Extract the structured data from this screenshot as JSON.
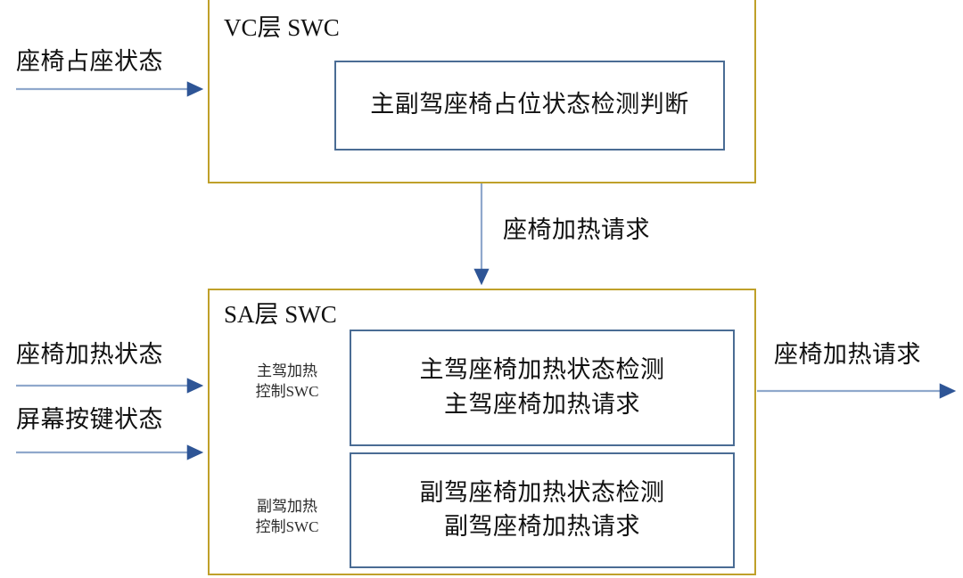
{
  "diagram": {
    "title_present": false,
    "colors": {
      "layer_border": "#bfa02a",
      "component_border": "#4a6c94",
      "arrow_line": "#8fa8cc",
      "arrow_head": "#2e5596",
      "background": "#ffffff",
      "text": "#101010"
    }
  },
  "layers": [
    {
      "id": "vc",
      "title": "VC层 SWC",
      "components": [
        {
          "id": "vc-occupancy-detect",
          "lines": [
            "主副驾座椅占位状态检测判断"
          ]
        }
      ]
    },
    {
      "id": "sa",
      "title": "SA层 SWC",
      "sub_labels": [
        {
          "id": "driver-heat-ctrl-swc",
          "line1": "主驾加热",
          "line2": "控制SWC"
        },
        {
          "id": "passenger-heat-ctrl-swc",
          "line1": "副驾加热",
          "line2": "控制SWC"
        }
      ],
      "components": [
        {
          "id": "driver-heat",
          "lines": [
            "主驾座椅加热状态检测",
            "主驾座椅加热请求"
          ]
        },
        {
          "id": "passenger-heat",
          "lines": [
            "副驾座椅加热状态检测",
            "副驾座椅加热请求"
          ]
        }
      ]
    }
  ],
  "signals": [
    {
      "id": "seat-occupancy-status",
      "label": "座椅占座状态",
      "direction": "in",
      "target": "vc"
    },
    {
      "id": "seat-heating-request-internal",
      "label": "座椅加热请求",
      "direction": "down",
      "source": "vc",
      "target": "sa"
    },
    {
      "id": "seat-heating-status",
      "label": "座椅加热状态",
      "direction": "in",
      "target": "sa"
    },
    {
      "id": "screen-button-status",
      "label": "屏幕按键状态",
      "direction": "in",
      "target": "sa"
    },
    {
      "id": "seat-heating-request-out",
      "label": "座椅加热请求",
      "direction": "out",
      "source": "sa"
    }
  ]
}
